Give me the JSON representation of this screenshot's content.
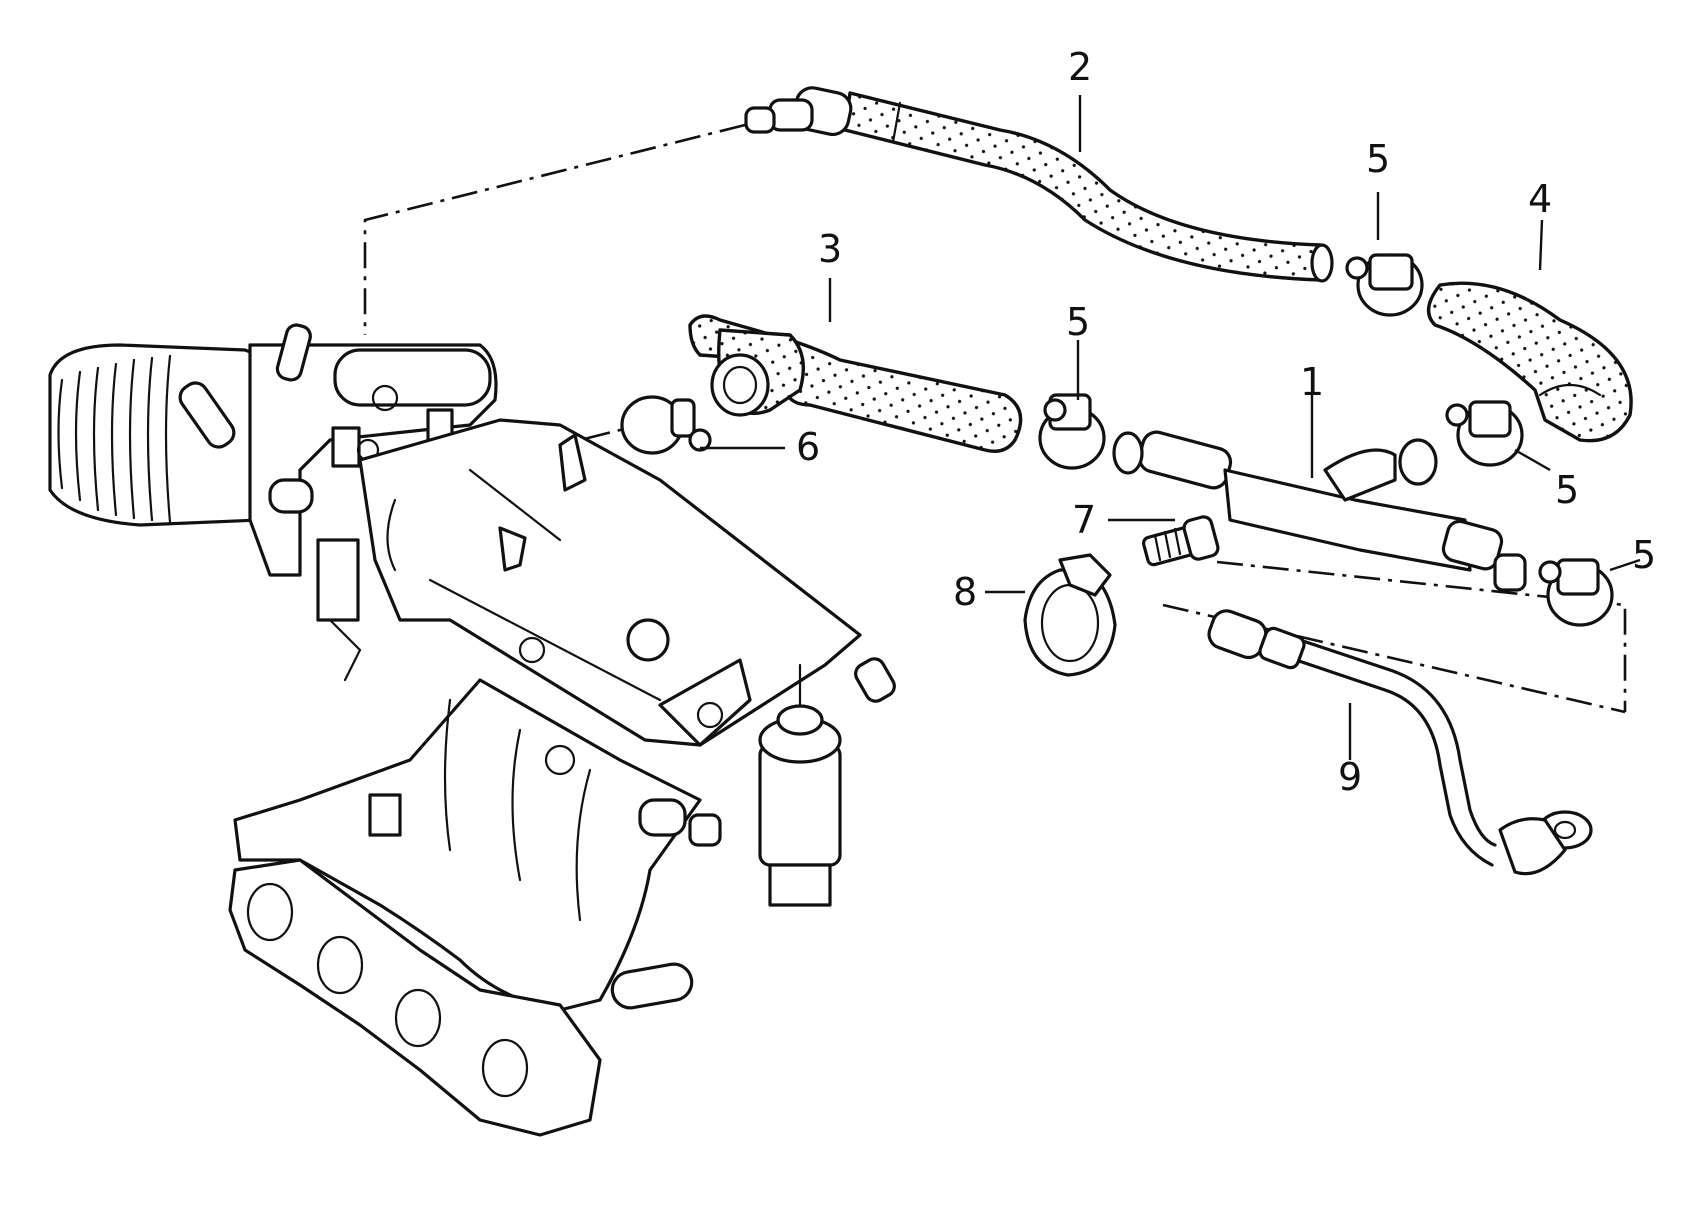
{
  "diagram": {
    "callouts": [
      {
        "id": "c1",
        "text": "1"
      },
      {
        "id": "c2",
        "text": "2"
      },
      {
        "id": "c3",
        "text": "3"
      },
      {
        "id": "c4",
        "text": "4"
      },
      {
        "id": "c5a",
        "text": "5"
      },
      {
        "id": "c5b",
        "text": "5"
      },
      {
        "id": "c5c",
        "text": "5"
      },
      {
        "id": "c5d",
        "text": "5"
      },
      {
        "id": "c6",
        "text": "6"
      },
      {
        "id": "c7",
        "text": "7"
      },
      {
        "id": "c8",
        "text": "8"
      },
      {
        "id": "c9",
        "text": "9"
      }
    ]
  }
}
